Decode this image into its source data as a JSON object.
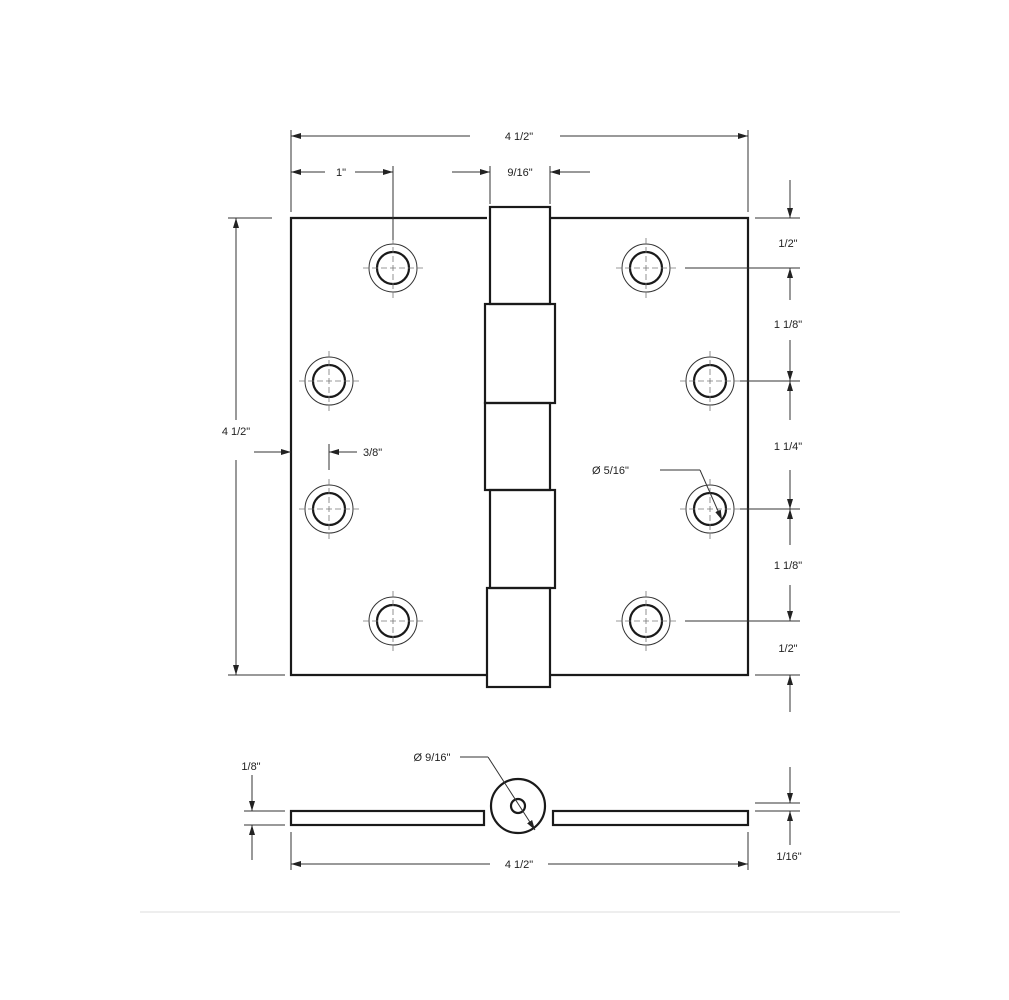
{
  "drawing": {
    "front_view": {
      "overall_width": "4 1/2\"",
      "overall_height": "4 1/2\"",
      "hole_offset_from_edge": "1\"",
      "knuckle_width": "9/16\"",
      "inner_hole_offset": "3/8\"",
      "hole_diameter": "Ø 5/16\"",
      "vertical_spacing": [
        "1/2\"",
        "1 1/8\"",
        "1 1/4\"",
        "1 1/8\"",
        "1/2\""
      ]
    },
    "side_view": {
      "leaf_thickness": "1/8\"",
      "pin_diameter": "Ø 9/16\"",
      "gap": "1/16\"",
      "overall_width": "4 1/2\""
    }
  }
}
